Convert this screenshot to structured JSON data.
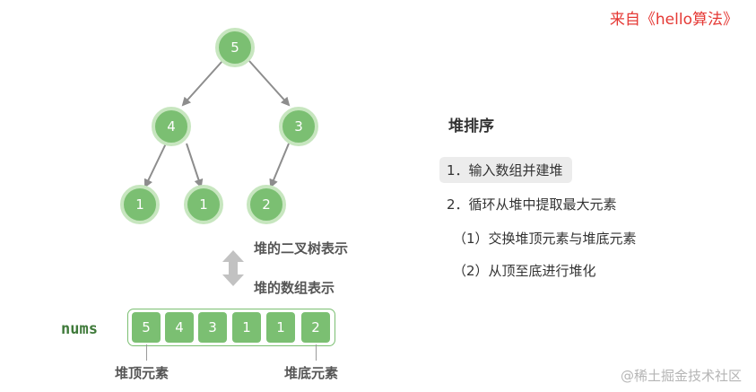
{
  "source": "来自《hello算法》",
  "watermark": "@稀土掘金技术社区",
  "tree": {
    "nodes": [
      "5",
      "4",
      "3",
      "1",
      "1",
      "2"
    ]
  },
  "labels": {
    "tree_repr": "堆的二叉树表示",
    "array_repr": "堆的数组表示",
    "heap_top": "堆顶元素",
    "heap_bottom": "堆底元素"
  },
  "array": {
    "name": "nums",
    "values": [
      "5",
      "4",
      "3",
      "1",
      "1",
      "2"
    ]
  },
  "panel": {
    "title": "堆排序",
    "steps": [
      "1．输入数组并建堆",
      "2．循环从堆中提取最大元素",
      "（1）交换堆顶元素与堆底元素",
      "（2）从顶至底进行堆化"
    ],
    "active_step": 0
  },
  "colors": {
    "node_fill": "#7bbf72",
    "node_ring": "#c7e6bf",
    "accent_red": "#e53935",
    "nums_label": "#3f7a3a"
  },
  "icons": {
    "swap": "double-arrow-vertical-icon"
  }
}
